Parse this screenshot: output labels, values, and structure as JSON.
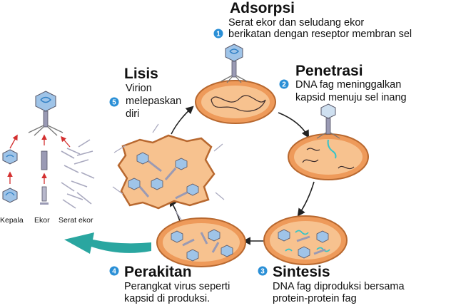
{
  "stages": [
    {
      "number": "1",
      "title": "Adsorpsi",
      "desc_lines": [
        "Serat ekor dan seludang ekor",
        "berikatan dengan reseptor membran sel"
      ]
    },
    {
      "number": "2",
      "title": "Penetrasi",
      "desc_lines": [
        "DNA fag meninggalkan",
        "kapsid menuju sel inang"
      ]
    },
    {
      "number": "3",
      "title": "Sintesis",
      "desc_lines": [
        "DNA fag diproduksi bersama",
        "protein-protein fag"
      ]
    },
    {
      "number": "4",
      "title": "Perakitan",
      "desc_lines": [
        "Perangkat virus seperti",
        "kapsid di produksi."
      ]
    },
    {
      "number": "5",
      "title": "Lisis",
      "desc_lines": [
        "Virion",
        "melepaskan",
        "diri"
      ]
    }
  ],
  "parts": {
    "head": "Kepala",
    "tail": "Ekor",
    "tail_fibers": "Serat ekor"
  },
  "colors": {
    "cell_fill": "#ee9a5a",
    "cell_edge": "#b8682f",
    "cytoplasm": "#f7c28f",
    "capsid": "#9fc4e8",
    "capsid_dna": "#2f7fc4",
    "tail": "#9a9ab4",
    "arrow": "#222222",
    "assembly_arrow": "#2aa6a0",
    "dna_strand": "#35c4c9"
  }
}
